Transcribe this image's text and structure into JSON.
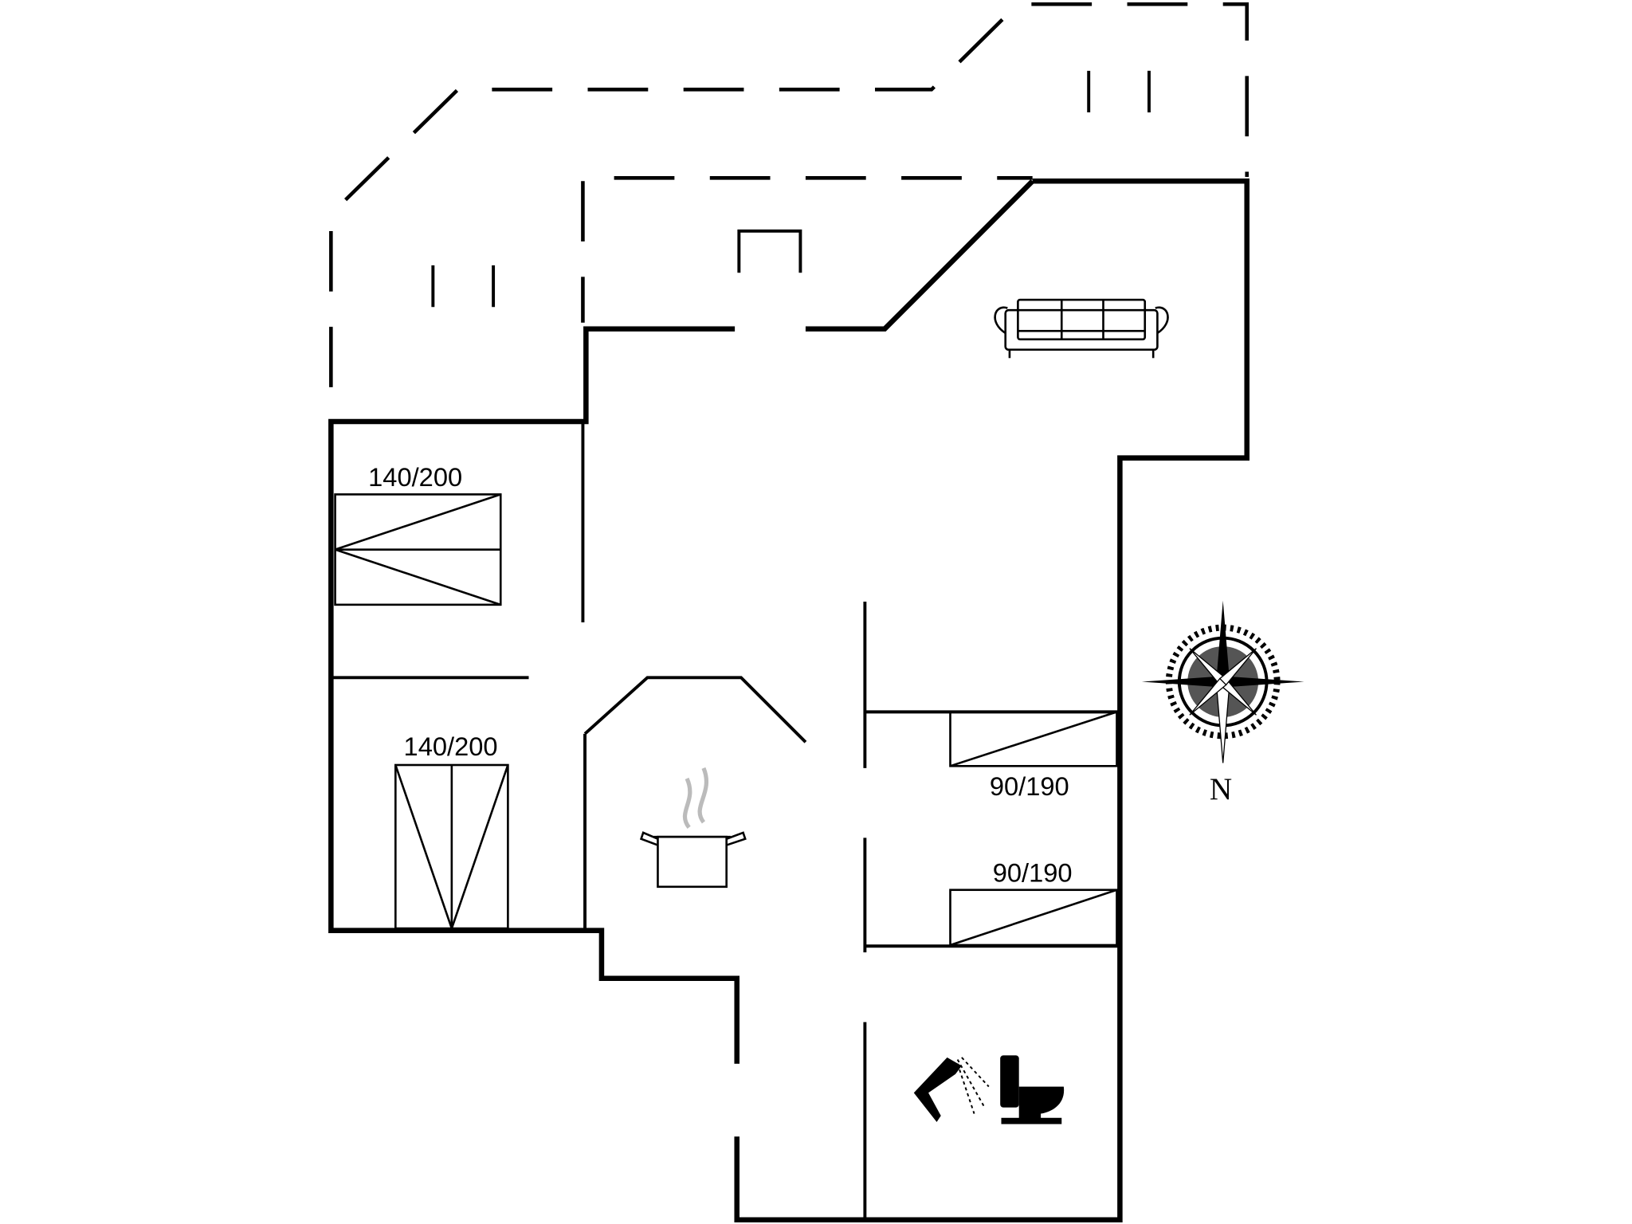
{
  "floorplan": {
    "beds": [
      {
        "label": "140/200"
      },
      {
        "label": "140/200"
      },
      {
        "label": "90/190"
      },
      {
        "label": "90/190"
      }
    ],
    "compass": {
      "label": "N",
      "icon": "compass-rose-icon"
    },
    "icons": [
      "sofa-icon",
      "cooking-pot-icon",
      "shower-icon",
      "toilet-icon"
    ],
    "colors": {
      "line": "#000000",
      "background": "#ffffff"
    }
  }
}
